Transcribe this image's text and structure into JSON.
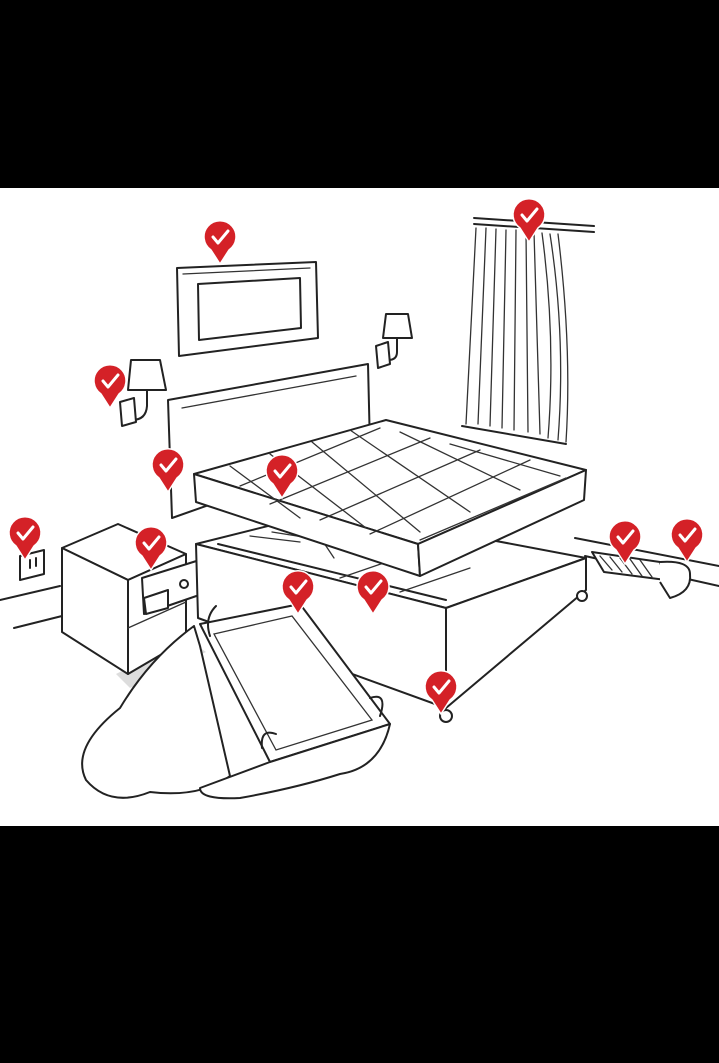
{
  "colors": {
    "background_band": "#000000",
    "scene_background": "#ffffff",
    "line_art": "#222222",
    "pin_red": "#d42127",
    "pin_check": "#ffffff"
  },
  "icons": {
    "pin": "map-pin-check-icon"
  },
  "checkpoints": [
    {
      "name": "picture-frame"
    },
    {
      "name": "curtain-rod"
    },
    {
      "name": "wall-lamp"
    },
    {
      "name": "headboard"
    },
    {
      "name": "mattress"
    },
    {
      "name": "electrical-outlet"
    },
    {
      "name": "nightstand-drawer"
    },
    {
      "name": "carpet-edge"
    },
    {
      "name": "baseboard"
    },
    {
      "name": "box-spring-slats-left"
    },
    {
      "name": "box-spring-slats-right"
    },
    {
      "name": "bed-frame-corner"
    },
    {
      "name": "luggage"
    }
  ]
}
